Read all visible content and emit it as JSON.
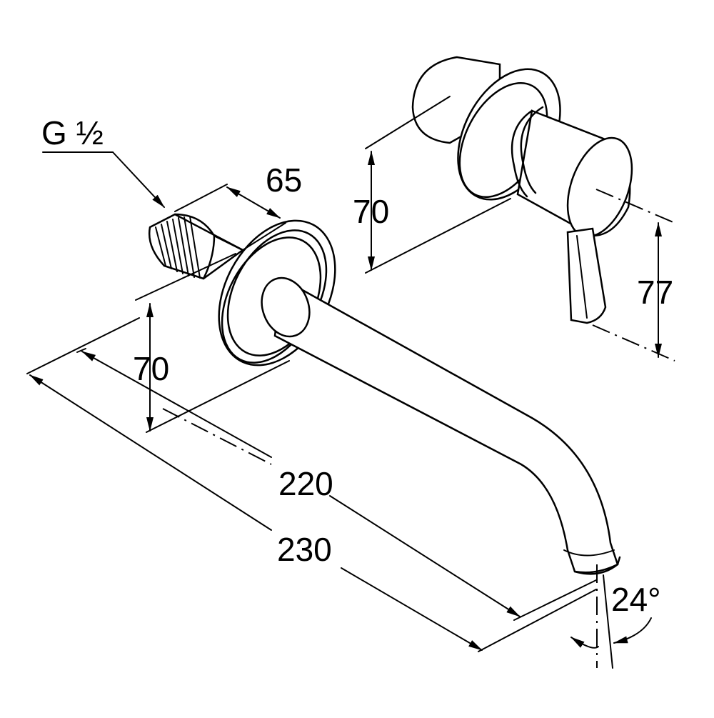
{
  "diagram": {
    "thread_label": "G ½",
    "dimensions": {
      "depth_65": "65",
      "rosette_70_left": "70",
      "rosette_70_right": "70",
      "lever_77": "77",
      "length_220": "220",
      "length_230": "230",
      "angle_24": "24°"
    }
  }
}
